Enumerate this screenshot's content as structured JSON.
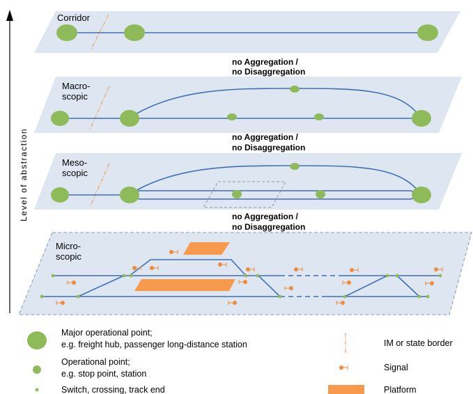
{
  "layers": {
    "corridor": {
      "label_1": "Corridor"
    },
    "macroscopic": {
      "label_1": "Macro-",
      "label_2": "scopic"
    },
    "mesoscopic": {
      "label_1": "Meso-",
      "label_2": "scopic"
    },
    "microscopic": {
      "label_1": "Micro-",
      "label_2": "scopic"
    }
  },
  "aggregation_notes": [
    {
      "line_1": "no Aggregation /",
      "line_2": "no Disaggregation"
    },
    {
      "line_1": "no Aggregation /",
      "line_2": "no Disaggregation"
    },
    {
      "line_1": "no Aggregation /",
      "line_2": "no Disaggregation"
    }
  ],
  "axis": {
    "label": "Level of abstraction"
  },
  "legend": {
    "major_op_1": "Major operational point;",
    "major_op_2": "e.g. freight hub, passenger long-distance station",
    "op_1": "Operational point;",
    "op_2": "e.g. stop point, station",
    "switch": "Switch, crossing, track end",
    "border": "IM or state border",
    "signal": "Signal",
    "platform": "Platform"
  },
  "colors": {
    "plane": "#dde6f1",
    "track": "#3f6fb6",
    "node": "#8fba5a",
    "signal": "#f08a3c",
    "platform": "#f79a4e"
  }
}
